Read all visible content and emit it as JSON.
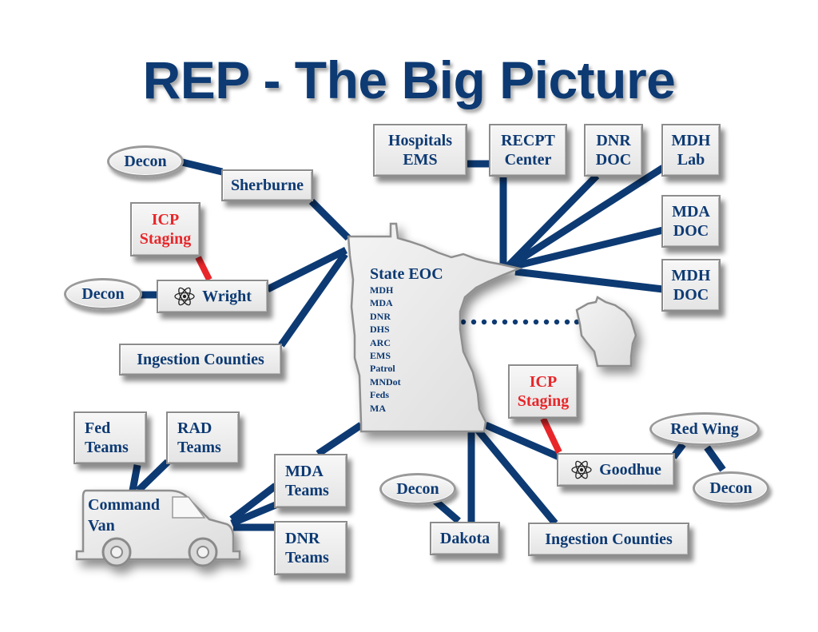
{
  "title": "REP - The Big Picture",
  "colors": {
    "primary_navy": "#0d3a73",
    "staging_red": "#e8262a",
    "box_fill": "#eeeeee"
  },
  "state_eoc": {
    "label": "State EOC",
    "agencies": [
      "MDH",
      "MDA",
      "DNR",
      "DHS",
      "ARC",
      "EMS",
      "Patrol",
      "MNDot",
      "Feds",
      "MA"
    ]
  },
  "nodes": {
    "hospitals_ems": [
      "Hospitals",
      "EMS"
    ],
    "recpt_center": [
      "RECPT",
      "Center"
    ],
    "dnr_doc": [
      "DNR",
      "DOC"
    ],
    "mdh_lab": [
      "MDH",
      "Lab"
    ],
    "mda_doc": [
      "MDA",
      "DOC"
    ],
    "mdh_doc": [
      "MDH",
      "DOC"
    ],
    "sherburne": "Sherburne",
    "sherburne_decon": "Decon",
    "icp_staging_west": [
      "ICP",
      "Staging"
    ],
    "wright": "Wright",
    "wright_decon": "Decon",
    "ingestion_counties_west": "Ingestion Counties",
    "fed_teams": [
      "Fed",
      "Teams"
    ],
    "rad_teams": [
      "RAD",
      "Teams"
    ],
    "command_van": [
      "Command",
      "Van"
    ],
    "mda_teams": [
      "MDA",
      "Teams"
    ],
    "dnr_teams": [
      "DNR",
      "Teams"
    ],
    "icp_staging_east": [
      "ICP",
      "Staging"
    ],
    "goodhue": "Goodhue",
    "red_wing": "Red Wing",
    "goodhue_decon": "Decon",
    "dakota": "Dakota",
    "dakota_decon": "Decon",
    "ingestion_counties_south": "Ingestion Counties"
  },
  "icons": {
    "nuclear_plant": "atom-icon",
    "minnesota_map": "minnesota-state-shape",
    "wisconsin_map": "wisconsin-state-shape",
    "vehicle": "van-icon"
  }
}
